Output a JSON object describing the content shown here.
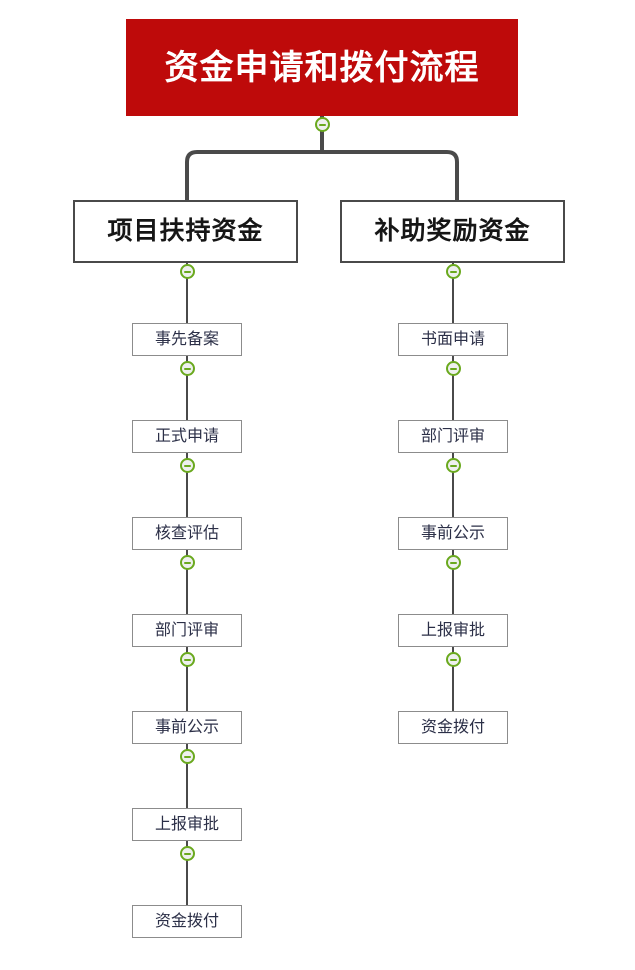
{
  "diagram": {
    "type": "flowchart-tree",
    "orientation": "top-down",
    "background_color": "#ffffff",
    "root": {
      "label": "资金申请和拨付流程",
      "fill_color": "#BE0A0A",
      "text_color": "#ffffff"
    },
    "branches": [
      {
        "label": "项目扶持资金",
        "border_color": "#4a4a4a",
        "text_color": "#161616",
        "steps": [
          {
            "label": "事先备案"
          },
          {
            "label": "正式申请"
          },
          {
            "label": "核查评估"
          },
          {
            "label": "部门评审"
          },
          {
            "label": "事前公示"
          },
          {
            "label": "上报审批"
          },
          {
            "label": "资金拨付"
          }
        ]
      },
      {
        "label": "补助奖励资金",
        "border_color": "#4a4a4a",
        "text_color": "#161616",
        "steps": [
          {
            "label": "书面申请"
          },
          {
            "label": "部门评审"
          },
          {
            "label": "事前公示"
          },
          {
            "label": "上报审批"
          },
          {
            "label": "资金拨付"
          }
        ]
      }
    ],
    "connector": {
      "color": "#4a4a4a",
      "toggle_icon": "minus-circle-icon",
      "toggle_ring_color": "#6aa91e",
      "toggle_fill_color": "#eef0ee"
    }
  }
}
